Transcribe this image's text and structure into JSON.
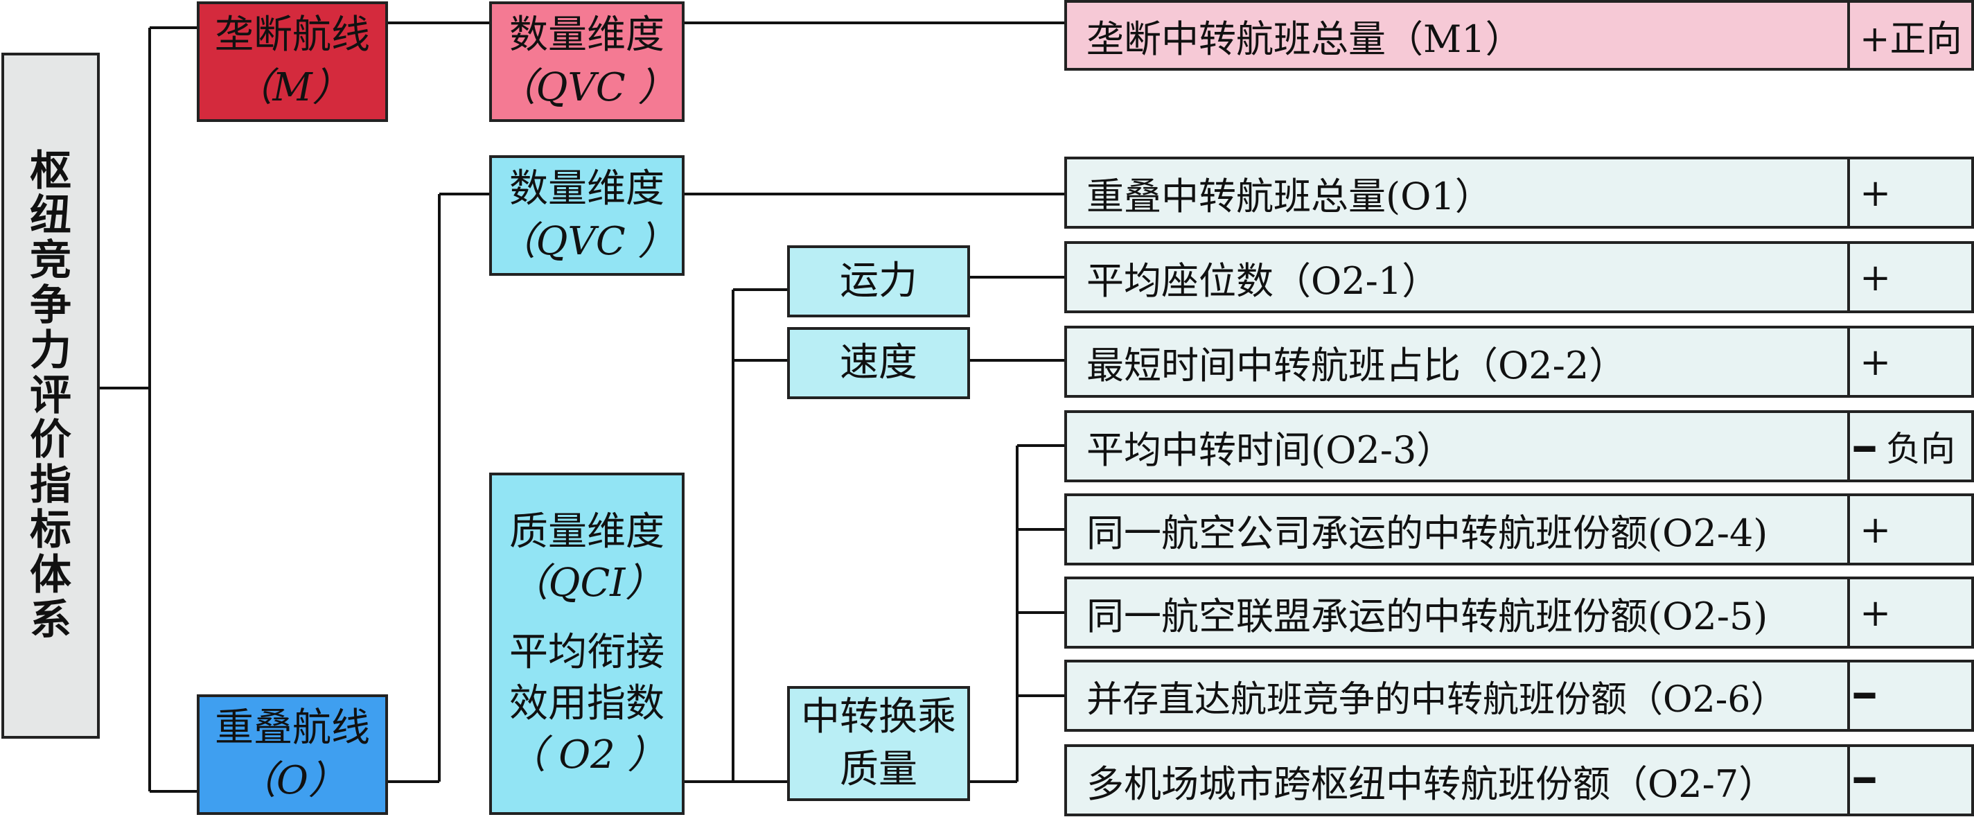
{
  "root": {
    "label": [
      "枢",
      "纽",
      "竞",
      "争",
      "力",
      "评",
      "价",
      "指",
      "标",
      "体",
      "系"
    ]
  },
  "monopoly": {
    "line1": "垄断航线",
    "line2": "（M）"
  },
  "overlap": {
    "line1": "重叠航线",
    "line2": "（O）"
  },
  "qvc_m": {
    "line1": "数量维度",
    "line2": "（QVC ）"
  },
  "qvc_o": {
    "line1": "数量维度",
    "line2": "（QVC ）"
  },
  "qci": {
    "line1": "质量维度",
    "line2": "（QCI）",
    "line3": "平均衔接",
    "line4": "效用指数",
    "line5": "（ O2 ）"
  },
  "capacity": {
    "label": "运力"
  },
  "speed": {
    "label": "速度"
  },
  "transfer": {
    "line1": "中转换乘",
    "line2": "质量"
  },
  "indicators": [
    {
      "text": "垄断中转航班总量（M1）",
      "sign": "+正向"
    },
    {
      "text": "重叠中转航班总量(O1）",
      "sign": "+"
    },
    {
      "text": "平均座位数（O2-1）",
      "sign": "+"
    },
    {
      "text": "最短时间中转航班占比（O2-2）",
      "sign": "+"
    },
    {
      "text": "平均中转时间(O2-3）",
      "sign": "━ 负向"
    },
    {
      "text": "同一航空公司承运的中转航班份额(O2-4)",
      "sign": "+"
    },
    {
      "text": "同一航空联盟承运的中转航班份额(O2-5)",
      "sign": "+"
    },
    {
      "text": "并存直达航班竞争的中转航班份额（O2-6）",
      "sign": "━"
    },
    {
      "text": "多机场城市跨枢纽中转航班份额（O2-7）",
      "sign": "━"
    }
  ],
  "colors": {
    "root_bg": "#e5e7e7",
    "monopoly_bg": "#d42a3d",
    "qvc_m_bg": "#f47a93",
    "indicator_m1_bg": "#f6c9d6",
    "overlap_bg": "#3f9ff0",
    "cyan_bg": "#92e4f4",
    "light_cyan_bg": "#b9eef5",
    "indicator_bg": "#e8f3f3"
  }
}
